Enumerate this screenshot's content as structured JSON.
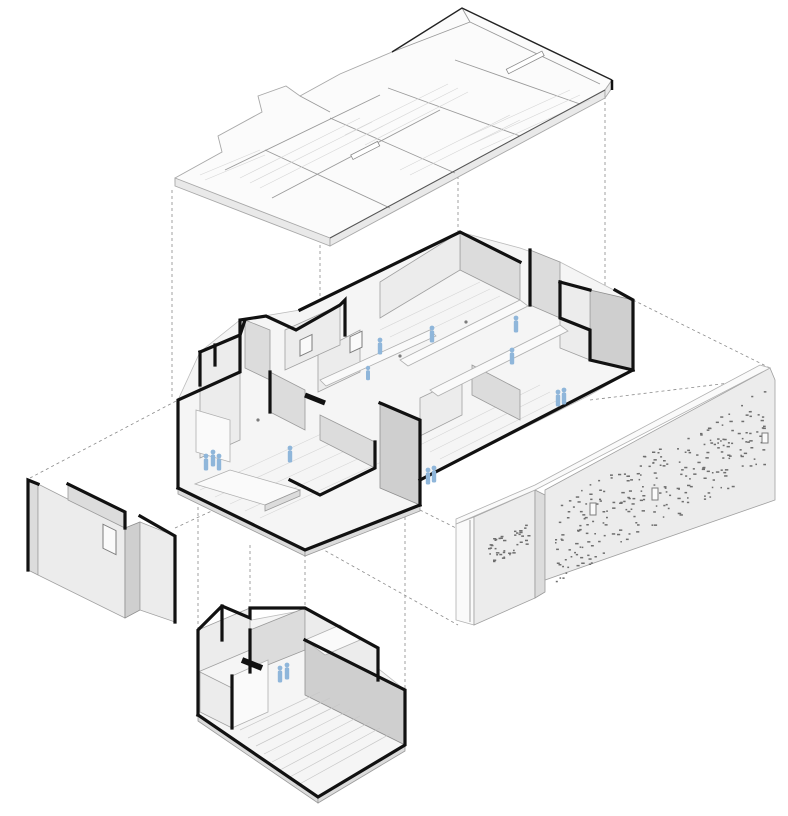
{
  "diagram": {
    "type": "exploded-axonometric",
    "colors": {
      "background": "#ffffff",
      "wall_cut": "#111111",
      "wall_face": "#dcdcdc",
      "floor": "#f5f5f5",
      "guide_lines": "#8a8a8a",
      "people": "#8fb6da"
    },
    "layers": [
      {
        "name": "roof",
        "icon": "roof-slab"
      },
      {
        "name": "main-floor",
        "icon": "floor-plan-volume"
      },
      {
        "name": "west-wall-panel",
        "icon": "wall-panel"
      },
      {
        "name": "east-facade",
        "icon": "perforated-facade"
      },
      {
        "name": "lower-auditorium",
        "icon": "auditorium-volume"
      }
    ]
  }
}
